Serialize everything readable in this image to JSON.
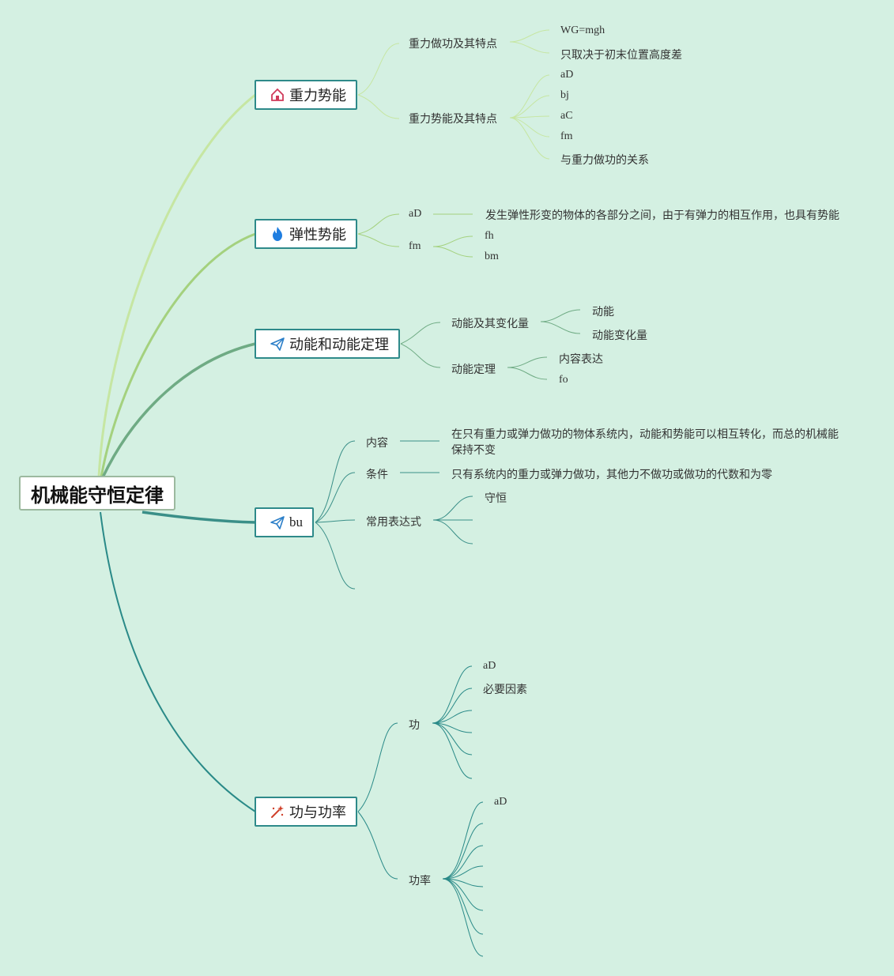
{
  "root": {
    "label": "机械能守恒定律"
  },
  "colors": {
    "background": "#d4f0e2",
    "branch1": "#bfe39a",
    "branch2": "#9fcf78",
    "branch3": "#6fab84",
    "branch4": "#3a8f88",
    "branch5": "#2a8a88",
    "node_border": "#2e8a8a"
  },
  "branches": [
    {
      "label": "重力势能",
      "icon": "house-icon",
      "subs": [
        {
          "label": "重力做功及其特点",
          "leaves": [
            "WG=mgh",
            "只取决于初末位置高度差"
          ]
        },
        {
          "label": "重力势能及其特点",
          "leaves": [
            "aD",
            "bj",
            "aC",
            "fm",
            "与重力做功的关系"
          ]
        }
      ]
    },
    {
      "label": "弹性势能",
      "icon": "fire-icon",
      "subs": [
        {
          "label": "aD",
          "leaves": [
            "发生弹性形变的物体的各部分之间，由于有弹力的相互作用，也具有势能"
          ]
        },
        {
          "label": "fm",
          "leaves": [
            "fh",
            "bm"
          ]
        }
      ]
    },
    {
      "label": "动能和动能定理",
      "icon": "paper-plane-icon",
      "subs": [
        {
          "label": "动能及其变化量",
          "leaves": [
            "动能",
            "动能变化量"
          ]
        },
        {
          "label": "动能定理",
          "leaves": [
            "内容表达",
            "fo"
          ]
        }
      ]
    },
    {
      "label": "bu",
      "icon": "paper-plane-icon",
      "subs": [
        {
          "label": "内容",
          "leaves": [
            "在只有重力或弹力做功的物体系统内，动能和势能可以相互转化，而总的机械能保持不变"
          ]
        },
        {
          "label": "条件",
          "leaves": [
            "只有系统内的重力或弹力做功，其他力不做功或做功的代数和为零"
          ]
        },
        {
          "label": "常用表达式",
          "leaves": [
            "守恒",
            "",
            ""
          ]
        },
        {
          "label": "",
          "leaves": []
        }
      ]
    },
    {
      "label": "功与功率",
      "icon": "magic-wand-icon",
      "subs": [
        {
          "label": "功",
          "leaves": [
            "aD",
            "必要因素",
            "",
            "",
            "",
            ""
          ]
        },
        {
          "label": "功率",
          "leaves": [
            "aD",
            "",
            "",
            "",
            "",
            "",
            ""
          ]
        }
      ]
    }
  ]
}
